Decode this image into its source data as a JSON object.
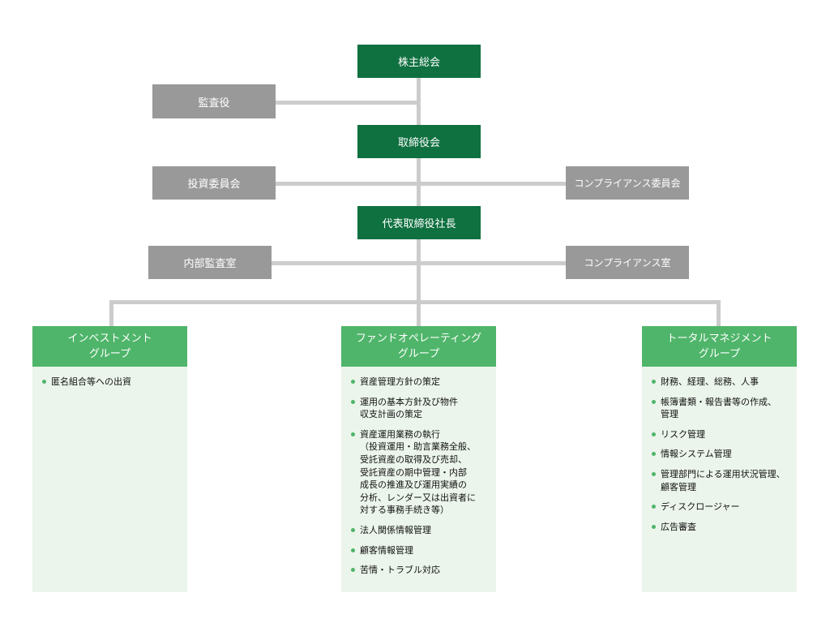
{
  "colors": {
    "primary": "#0f7040",
    "accent": "#4fb56a",
    "gray": "#999999",
    "line": "#cccccc",
    "panel": "#ecf5ec"
  },
  "nodes": {
    "shareholders": "株主総会",
    "auditor": "監査役",
    "board": "取締役会",
    "investment_committee": "投資委員会",
    "compliance_committee": "コンプライアンス委員会",
    "president": "代表取締役社長",
    "internal_audit": "内部監査室",
    "compliance_office": "コンプライアンス室"
  },
  "groups": [
    {
      "title_line1": "インベストメント",
      "title_line2": "グループ",
      "items": [
        "匿名組合等への出資"
      ]
    },
    {
      "title_line1": "ファンドオペレーティング",
      "title_line2": "グループ",
      "items": [
        "資産管理方針の策定",
        "運用の基本方針及び物件\n収支計画の策定",
        "資産運用業務の執行\n（投資運用・助言業務全般、\n受託資産の取得及び売却、\n受託資産の期中管理・内部\n成長の推進及び運用実績の\n分析、レンダー又は出資者に\n対する事務手続き等）",
        "法人関係情報管理",
        "顧客情報管理",
        "苦情・トラブル対応"
      ]
    },
    {
      "title_line1": "トータルマネジメント",
      "title_line2": "グループ",
      "items": [
        "財務、経理、総務、人事",
        "帳簿書類・報告書等の作成、\n管理",
        "リスク管理",
        "情報システム管理",
        "管理部門による運用状況管理、\n顧客管理",
        "ディスクロージャー",
        "広告審査"
      ]
    }
  ]
}
